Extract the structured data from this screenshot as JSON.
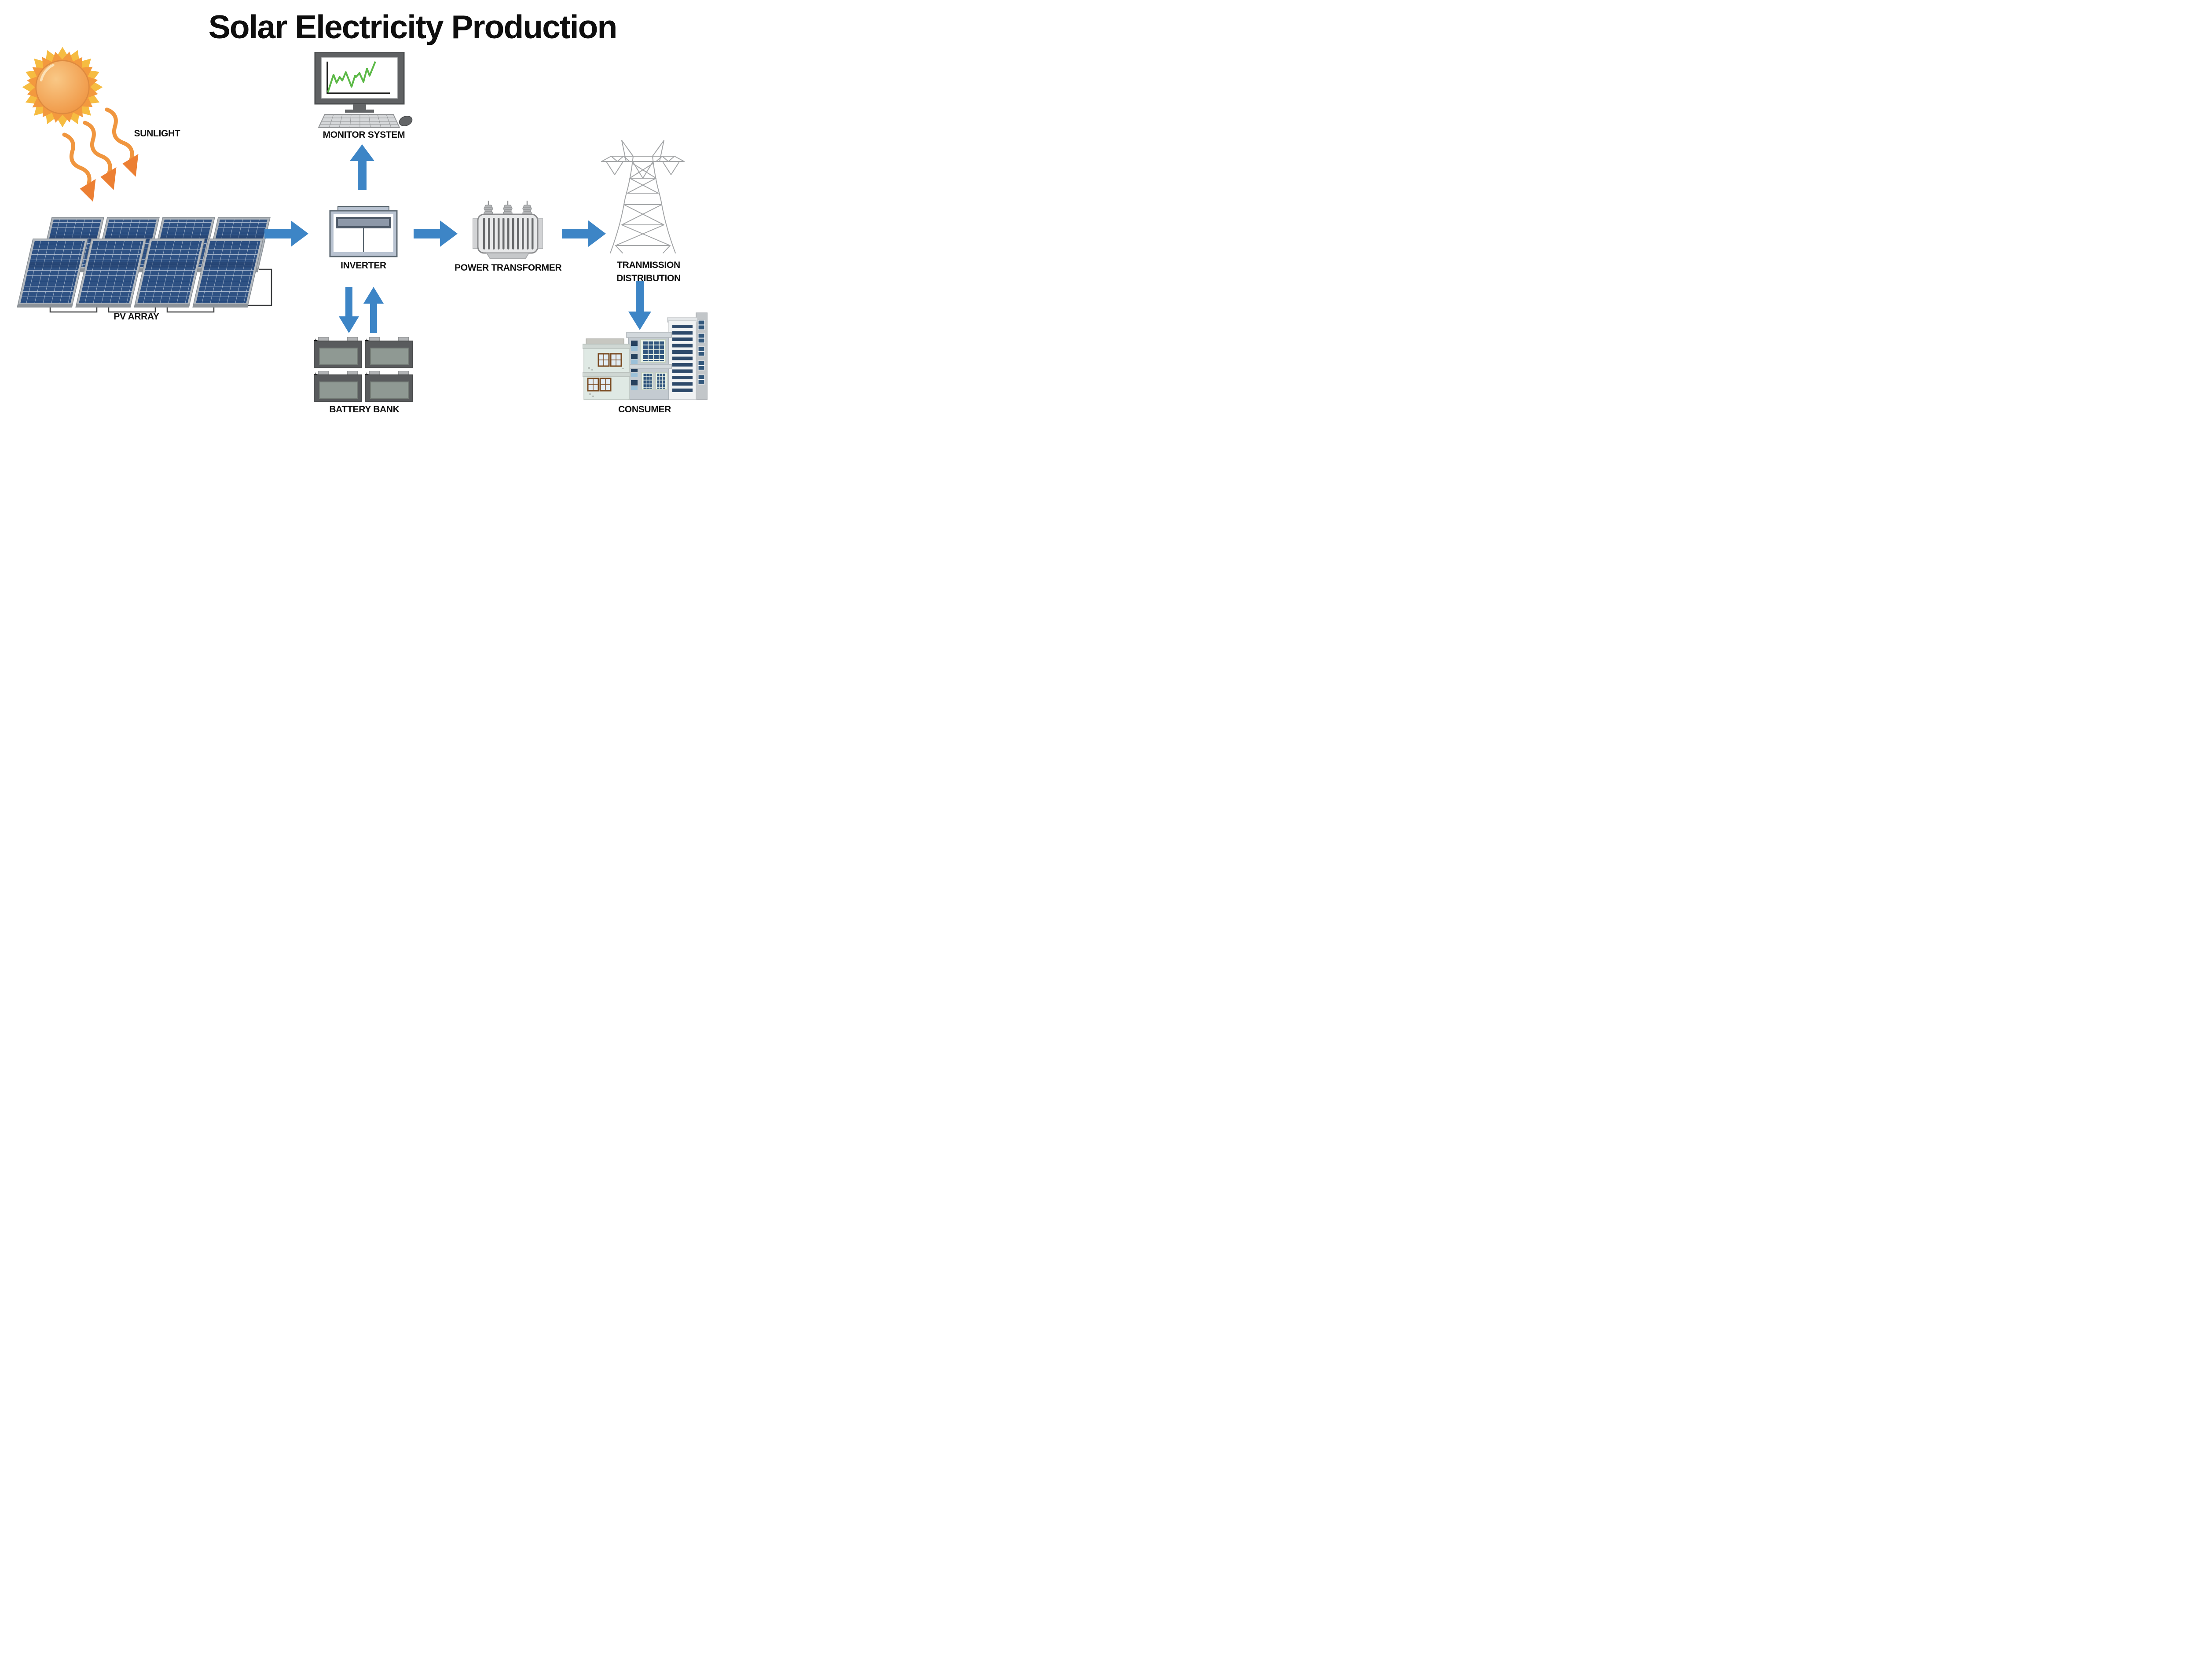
{
  "title": "Solar Electricity Production",
  "labels": {
    "sunlight": "SUNLIGHT",
    "pv_array": "PV ARRAY",
    "monitor_system": "MONITOR SYSTEM",
    "inverter": "INVERTER",
    "power_transformer": "POWER TRANSFORMER",
    "transmission_line1": "TRANMISSION",
    "transmission_line2": "DISTRIBUTION",
    "battery_bank": "BATTERY BANK",
    "consumer": "CONSUMER"
  },
  "battery_terminals": {
    "positive": "+",
    "negative": "−"
  },
  "icons": {
    "sun": "sun-icon",
    "sun_rays": "wavy-sunray-arrow-icon",
    "pv_array": "solar-panel-array-icon",
    "monitor_system": "desktop-computer-chart-icon",
    "inverter": "inverter-cabinet-icon",
    "power_transformer": "transformer-icon",
    "transmission": "transmission-tower-icon",
    "battery_bank": "battery-icon",
    "consumer": "city-buildings-icon",
    "flow": "block-arrow-icon"
  },
  "connections": [
    {
      "from": "SUNLIGHT",
      "to": "PV ARRAY",
      "direction": "down-right",
      "style": "wavy-ray"
    },
    {
      "from": "PV ARRAY",
      "to": "INVERTER",
      "direction": "right"
    },
    {
      "from": "INVERTER",
      "to": "MONITOR SYSTEM",
      "direction": "up"
    },
    {
      "from": "INVERTER",
      "to": "BATTERY BANK",
      "direction": "down"
    },
    {
      "from": "BATTERY BANK",
      "to": "INVERTER",
      "direction": "up"
    },
    {
      "from": "INVERTER",
      "to": "POWER TRANSFORMER",
      "direction": "right"
    },
    {
      "from": "POWER TRANSFORMER",
      "to": "TRANMISSION DISTRIBUTION",
      "direction": "right"
    },
    {
      "from": "TRANMISSION DISTRIBUTION",
      "to": "CONSUMER",
      "direction": "down"
    }
  ],
  "colors": {
    "arrow_blue": "#3d85c6",
    "ray_orange": "#f0963f",
    "ray_head_orange": "#ec7f33",
    "flame_yellow": "#f6bc41",
    "flame_orange": "#f3993e",
    "sun_gradient_start": "#f9c886",
    "sun_gradient_end": "#ef9441",
    "panel_blue": "#2e5183",
    "chart_green": "#5cb947",
    "label_color": "#111111"
  }
}
